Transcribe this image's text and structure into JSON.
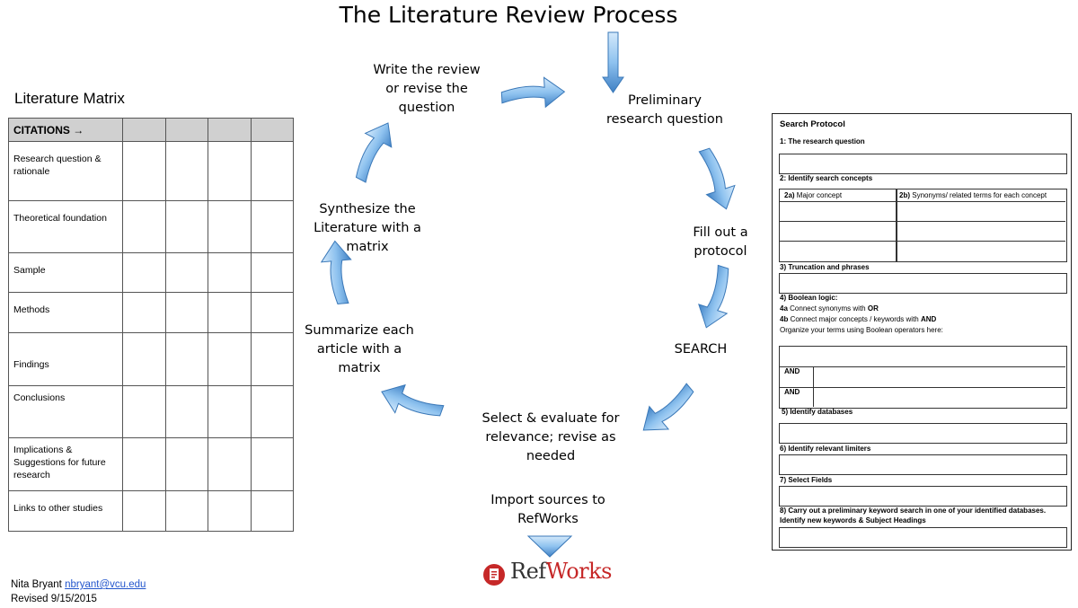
{
  "title": "The Literature Review Process",
  "matrix": {
    "title": "Literature Matrix",
    "header": "CITATIONS →",
    "rows": [
      "Research question & rationale",
      "Theoretical foundation",
      "Sample",
      "Methods",
      "Findings",
      "Conclusions",
      "Implications & Suggestions for future research",
      "Links to other studies"
    ]
  },
  "steps": {
    "write": [
      "Write the review",
      "or revise the",
      "question"
    ],
    "preliminary": [
      "Preliminary",
      "research question"
    ],
    "protocol": [
      "Fill out a",
      "protocol"
    ],
    "search": [
      "SEARCH"
    ],
    "select": [
      "Select & evaluate for",
      "relevance; revise as",
      "needed"
    ],
    "summarize": [
      "Summarize each",
      "article with a",
      "matrix"
    ],
    "synthesize": [
      "Synthesize the",
      "Literature with a",
      "matrix"
    ],
    "import": [
      "Import sources to",
      "RefWorks"
    ]
  },
  "protocol": {
    "title": "Search Protocol",
    "s1": "1: The research question",
    "s2": "2: Identify search concepts",
    "s2a_num": "2a)",
    "s2a": "Major concept",
    "s2b_num": "2b)",
    "s2b": "Synonyms/ related terms for each concept",
    "s3": "3) Truncation and phrases",
    "s4": "4) Boolean logic:",
    "s4a_num": "4a",
    "s4a": "Connect synonyms with",
    "s4a_kw": "OR",
    "s4b_num": "4b",
    "s4b": "Connect major concepts / keywords with",
    "s4b_kw": "AND",
    "s4c": "Organize your terms using Boolean operators here:",
    "and1": "AND",
    "and2": "AND",
    "s5": "5) Identify databases",
    "s6": "6) Identify relevant limiters",
    "s7": "7) Select Fields",
    "s8a": "8) Carry out a preliminary keyword search in one of your identified databases.",
    "s8b": "Identify new keywords & Subject Headings"
  },
  "refworks": {
    "ref": "Ref",
    "works": "Works"
  },
  "footer": {
    "name": "Nita Bryant",
    "email": "nbryant@vcu.edu",
    "revised": "Revised 9/15/2015"
  },
  "colors": {
    "arrow_light": "#9ecbf0",
    "arrow_dark": "#3c7fc2",
    "refworks_red": "#c62828"
  }
}
